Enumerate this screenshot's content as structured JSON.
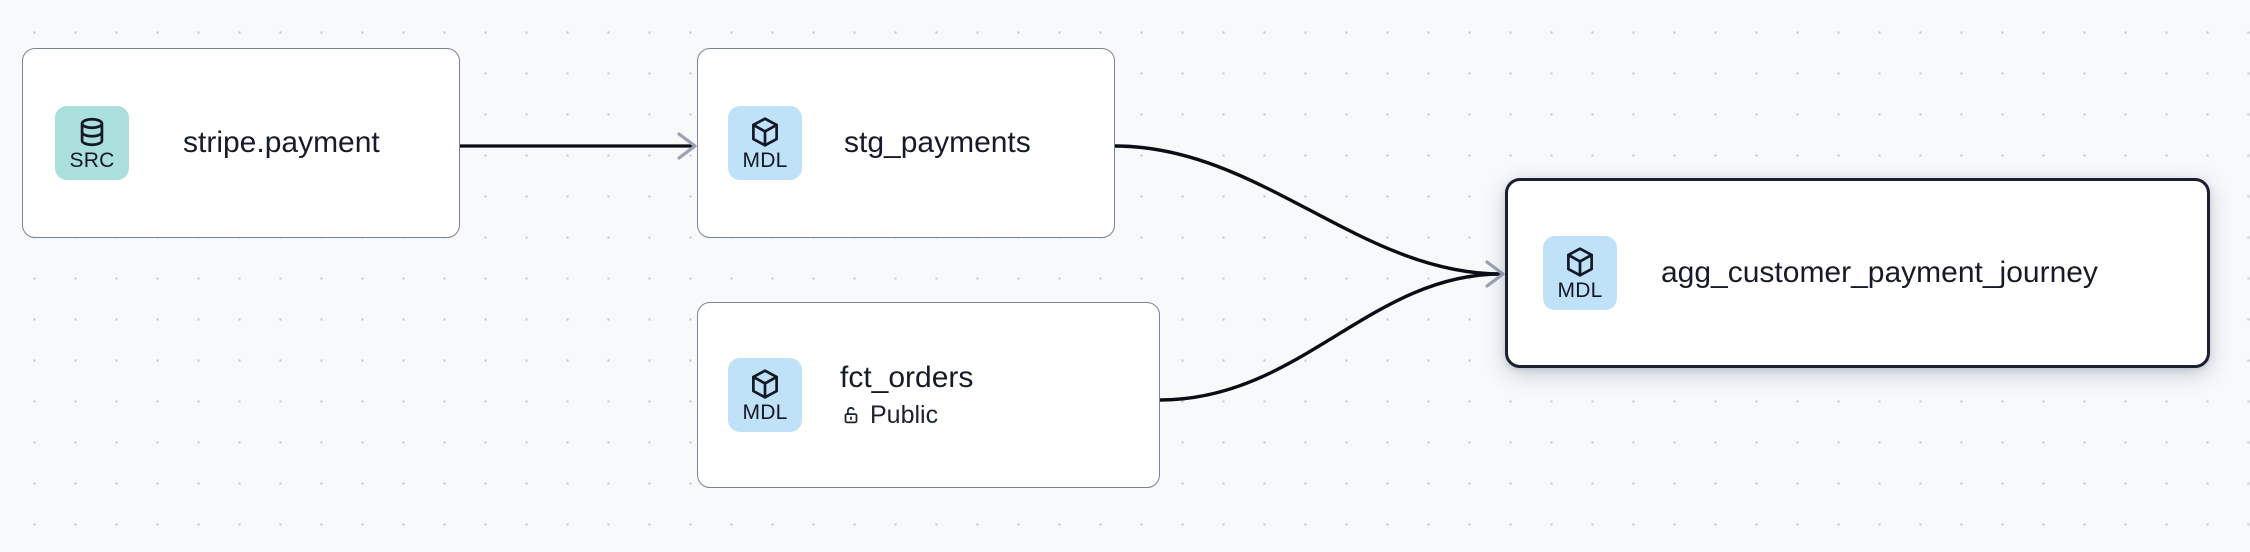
{
  "canvas": {
    "background_color": "#f7f9fb",
    "grid": "dot-grid",
    "grid_dot_color": "#c2c7d2"
  },
  "graph": {
    "type": "lineage-dag",
    "node_count": 4,
    "edge_count": 3,
    "nodes": [
      {
        "id": "stripe-payment",
        "title": "stripe.payment",
        "badge_label": "SRC",
        "badge_icon": "database-icon",
        "badge_color": "#aadfdb",
        "selected": false,
        "subtitle": null
      },
      {
        "id": "stg-payments",
        "title": "stg_payments",
        "badge_label": "MDL",
        "badge_icon": "cube-icon",
        "badge_color": "#bfe2f8",
        "selected": false,
        "subtitle": null
      },
      {
        "id": "fct-orders",
        "title": "fct_orders",
        "badge_label": "MDL",
        "badge_icon": "cube-icon",
        "badge_color": "#bfe2f8",
        "selected": false,
        "subtitle": "Public",
        "subtitle_icon": "unlock-icon"
      },
      {
        "id": "agg-journey",
        "title": "agg_customer_payment_journey",
        "badge_label": "MDL",
        "badge_icon": "cube-icon",
        "badge_color": "#bfe2f8",
        "selected": true,
        "selected_border_color": "#1a2030",
        "subtitle": null
      }
    ],
    "edges": [
      {
        "id": "e1",
        "from": "stripe-payment",
        "to": "stg-payments",
        "style": "straight",
        "arrow": true
      },
      {
        "id": "e2",
        "from": "stg-payments",
        "to": "agg-journey",
        "style": "bezier",
        "arrow": true
      },
      {
        "id": "e3",
        "from": "fct-orders",
        "to": "agg-journey",
        "style": "bezier",
        "arrow": true
      }
    ],
    "edge_color": "#0a0d14",
    "arrow_color": "#9aa1b0"
  }
}
